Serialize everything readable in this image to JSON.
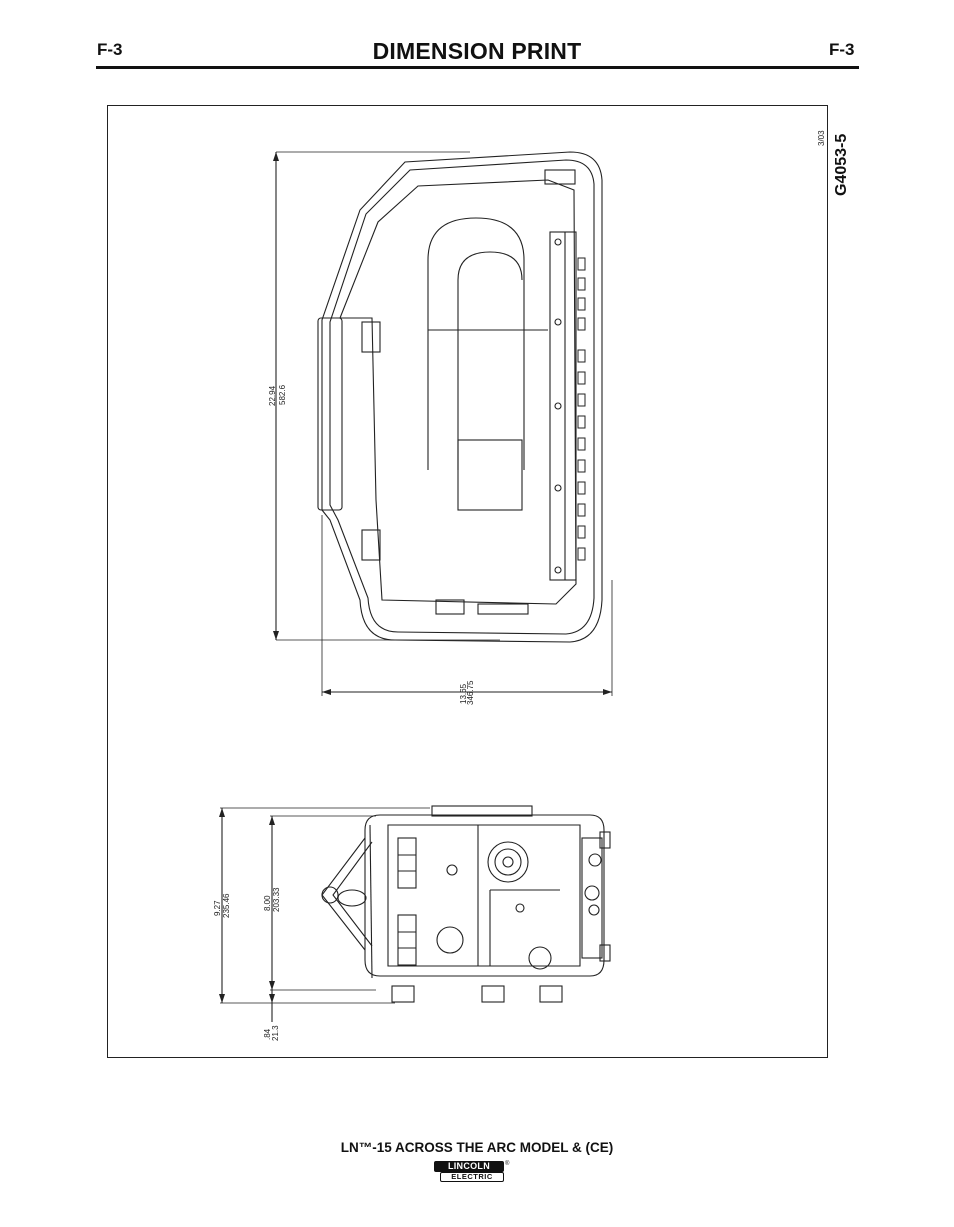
{
  "header": {
    "page_left": "F-3",
    "page_right": "F-3",
    "title": "DIMENSION PRINT"
  },
  "drawing": {
    "drawing_number": "G4053-5",
    "date": "3/03",
    "dims": {
      "side_height_in": "22.94",
      "side_height_mm": "582.6",
      "side_width_in": "13.65",
      "side_width_mm": "346.75",
      "top_outer_in": "9.27",
      "top_outer_mm": "235.46",
      "top_inner_in": "8.00",
      "top_inner_mm": "203.33",
      "foot_in": ".84",
      "foot_mm": "21.3"
    }
  },
  "footer": {
    "model": "LN™-15 ACROSS THE ARC MODEL & (CE)"
  },
  "logo": {
    "top": "LINCOLN",
    "bottom": "ELECTRIC",
    "reg": "®"
  }
}
